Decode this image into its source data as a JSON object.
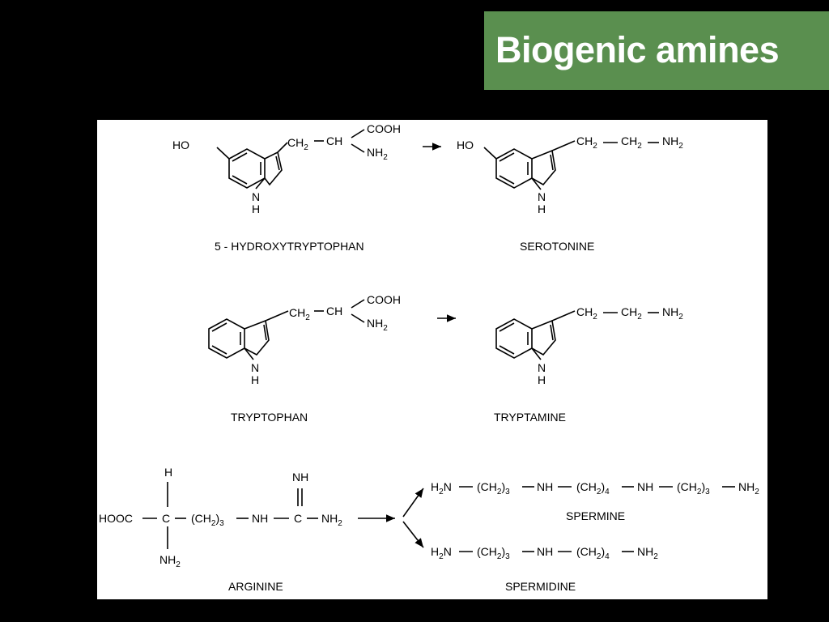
{
  "slide": {
    "title": "Biogenic amines",
    "title_bg": "#5a8f4f",
    "background": "#000000"
  },
  "figure": {
    "row1": {
      "left": {
        "ho": "HO",
        "ch2": "CH",
        "ch2_sub": "2",
        "ch": "CH",
        "cooh": "COOH",
        "nh2": "NH",
        "nh2_sub": "2",
        "n": "N",
        "h": "H",
        "caption": "5 - HYDROXYTRYPTOPHAN"
      },
      "right": {
        "ho": "HO",
        "ch2a": "CH",
        "ch2a_sub": "2",
        "ch2b": "CH",
        "ch2b_sub": "2",
        "nh2": "NH",
        "nh2_sub": "2",
        "n": "N",
        "h": "H",
        "caption": "SEROTONINE"
      }
    },
    "row2": {
      "left": {
        "ch2": "CH",
        "ch2_sub": "2",
        "ch": "CH",
        "cooh": "COOH",
        "nh2": "NH",
        "nh2_sub": "2",
        "n": "N",
        "h": "H",
        "caption": "TRYPTOPHAN"
      },
      "right": {
        "ch2a": "CH",
        "ch2a_sub": "2",
        "ch2b": "CH",
        "ch2b_sub": "2",
        "nh2": "NH",
        "nh2_sub": "2",
        "n": "N",
        "h": "H",
        "caption": "TRYPTAMINE"
      }
    },
    "row3": {
      "arginine": {
        "h": "H",
        "nh": "NH",
        "hooc": "HOOC",
        "c1": "C",
        "ch2_3": "(CH",
        "ch2_3_sub": "2",
        "ch2_3_close": ")",
        "ch2_3_n": "3",
        "nh_mid": "NH",
        "c2": "C",
        "nh2_right": "NH",
        "nh2_right_sub": "2",
        "nh2_bottom": "NH",
        "nh2_bottom_sub": "2",
        "caption": "ARGININE"
      },
      "spermine": {
        "h2n": "H",
        "h2n_sub": "2",
        "h2n_n": "N",
        "g1": "(CH",
        "g1_sub": "2",
        "g1_close": ")",
        "g1_n": "3",
        "nh1": "NH",
        "g2": "(CH",
        "g2_sub": "2",
        "g2_close": ")",
        "g2_n": "4",
        "nh2": "NH",
        "g3": "(CH",
        "g3_sub": "2",
        "g3_close": ")",
        "g3_n": "3",
        "end": "NH",
        "end_sub": "2",
        "caption": "SPERMINE"
      },
      "spermidine": {
        "h2n": "H",
        "h2n_sub": "2",
        "h2n_n": "N",
        "g1": "(CH",
        "g1_sub": "2",
        "g1_close": ")",
        "g1_n": "3",
        "nh1": "NH",
        "g2": "(CH",
        "g2_sub": "2",
        "g2_close": ")",
        "g2_n": "4",
        "end": "NH",
        "end_sub": "2",
        "caption": "SPERMIDINE"
      }
    }
  }
}
